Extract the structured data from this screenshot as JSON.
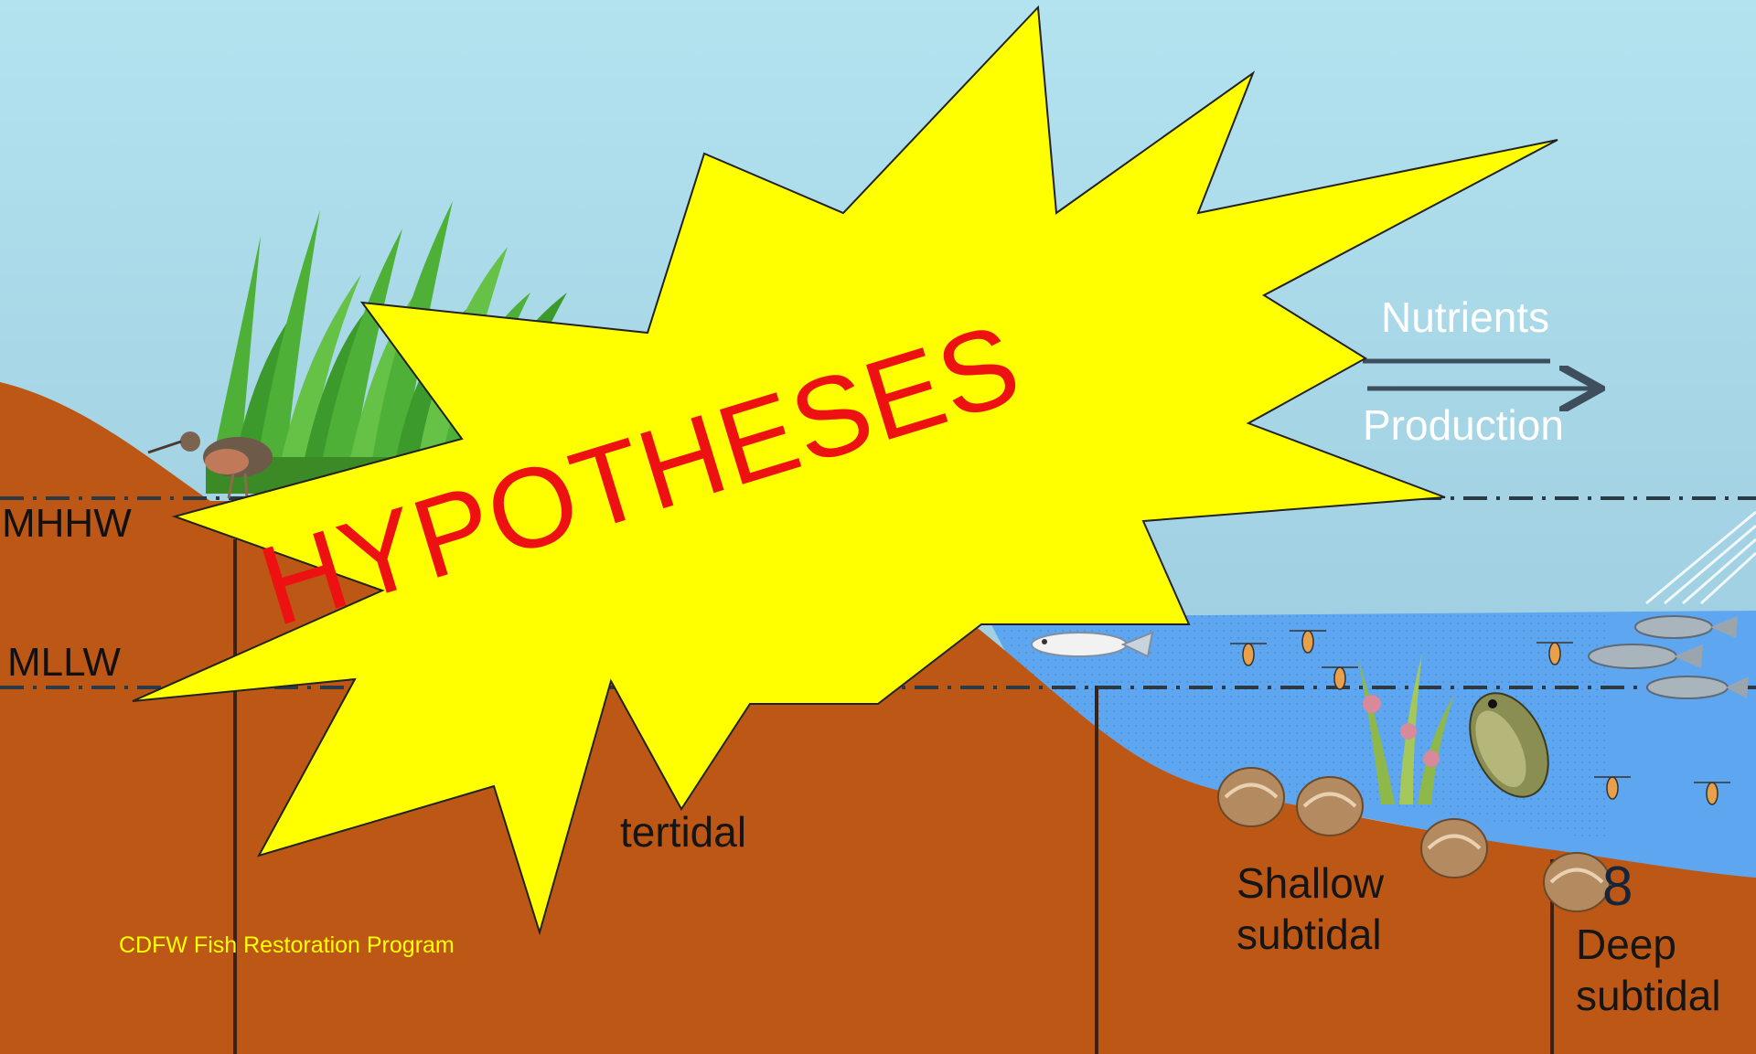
{
  "burst_label": "HYPOTHESES",
  "tide_levels": {
    "mhhw": "MHHW",
    "mllw": "MLLW"
  },
  "flow": {
    "nutrients": "Nutrients",
    "production": "Production"
  },
  "zones": {
    "intertidal_partial": "tertidal",
    "shallow_line1": "Shallow",
    "shallow_line2": "subtidal",
    "deep_line1": "Deep",
    "deep_line2": "subtidal"
  },
  "slide_number": "8",
  "credit": "CDFW Fish Restoration Program",
  "colors": {
    "sky_top": "#b2e2ee",
    "sky_bottom": "#97c7dc",
    "soil": "#bd5716",
    "water": "#5fa6f0",
    "burst_fill": "#ffff00",
    "burst_text": "#ee1111",
    "credit_text": "#ffff00"
  },
  "icons": [
    "rail-bird-icon",
    "marsh-grass-icon",
    "small-fish-icon",
    "zooplankton-icon",
    "clam-icon",
    "bass-fish-icon",
    "aquatic-weed-icon",
    "arrow-right-icon"
  ]
}
